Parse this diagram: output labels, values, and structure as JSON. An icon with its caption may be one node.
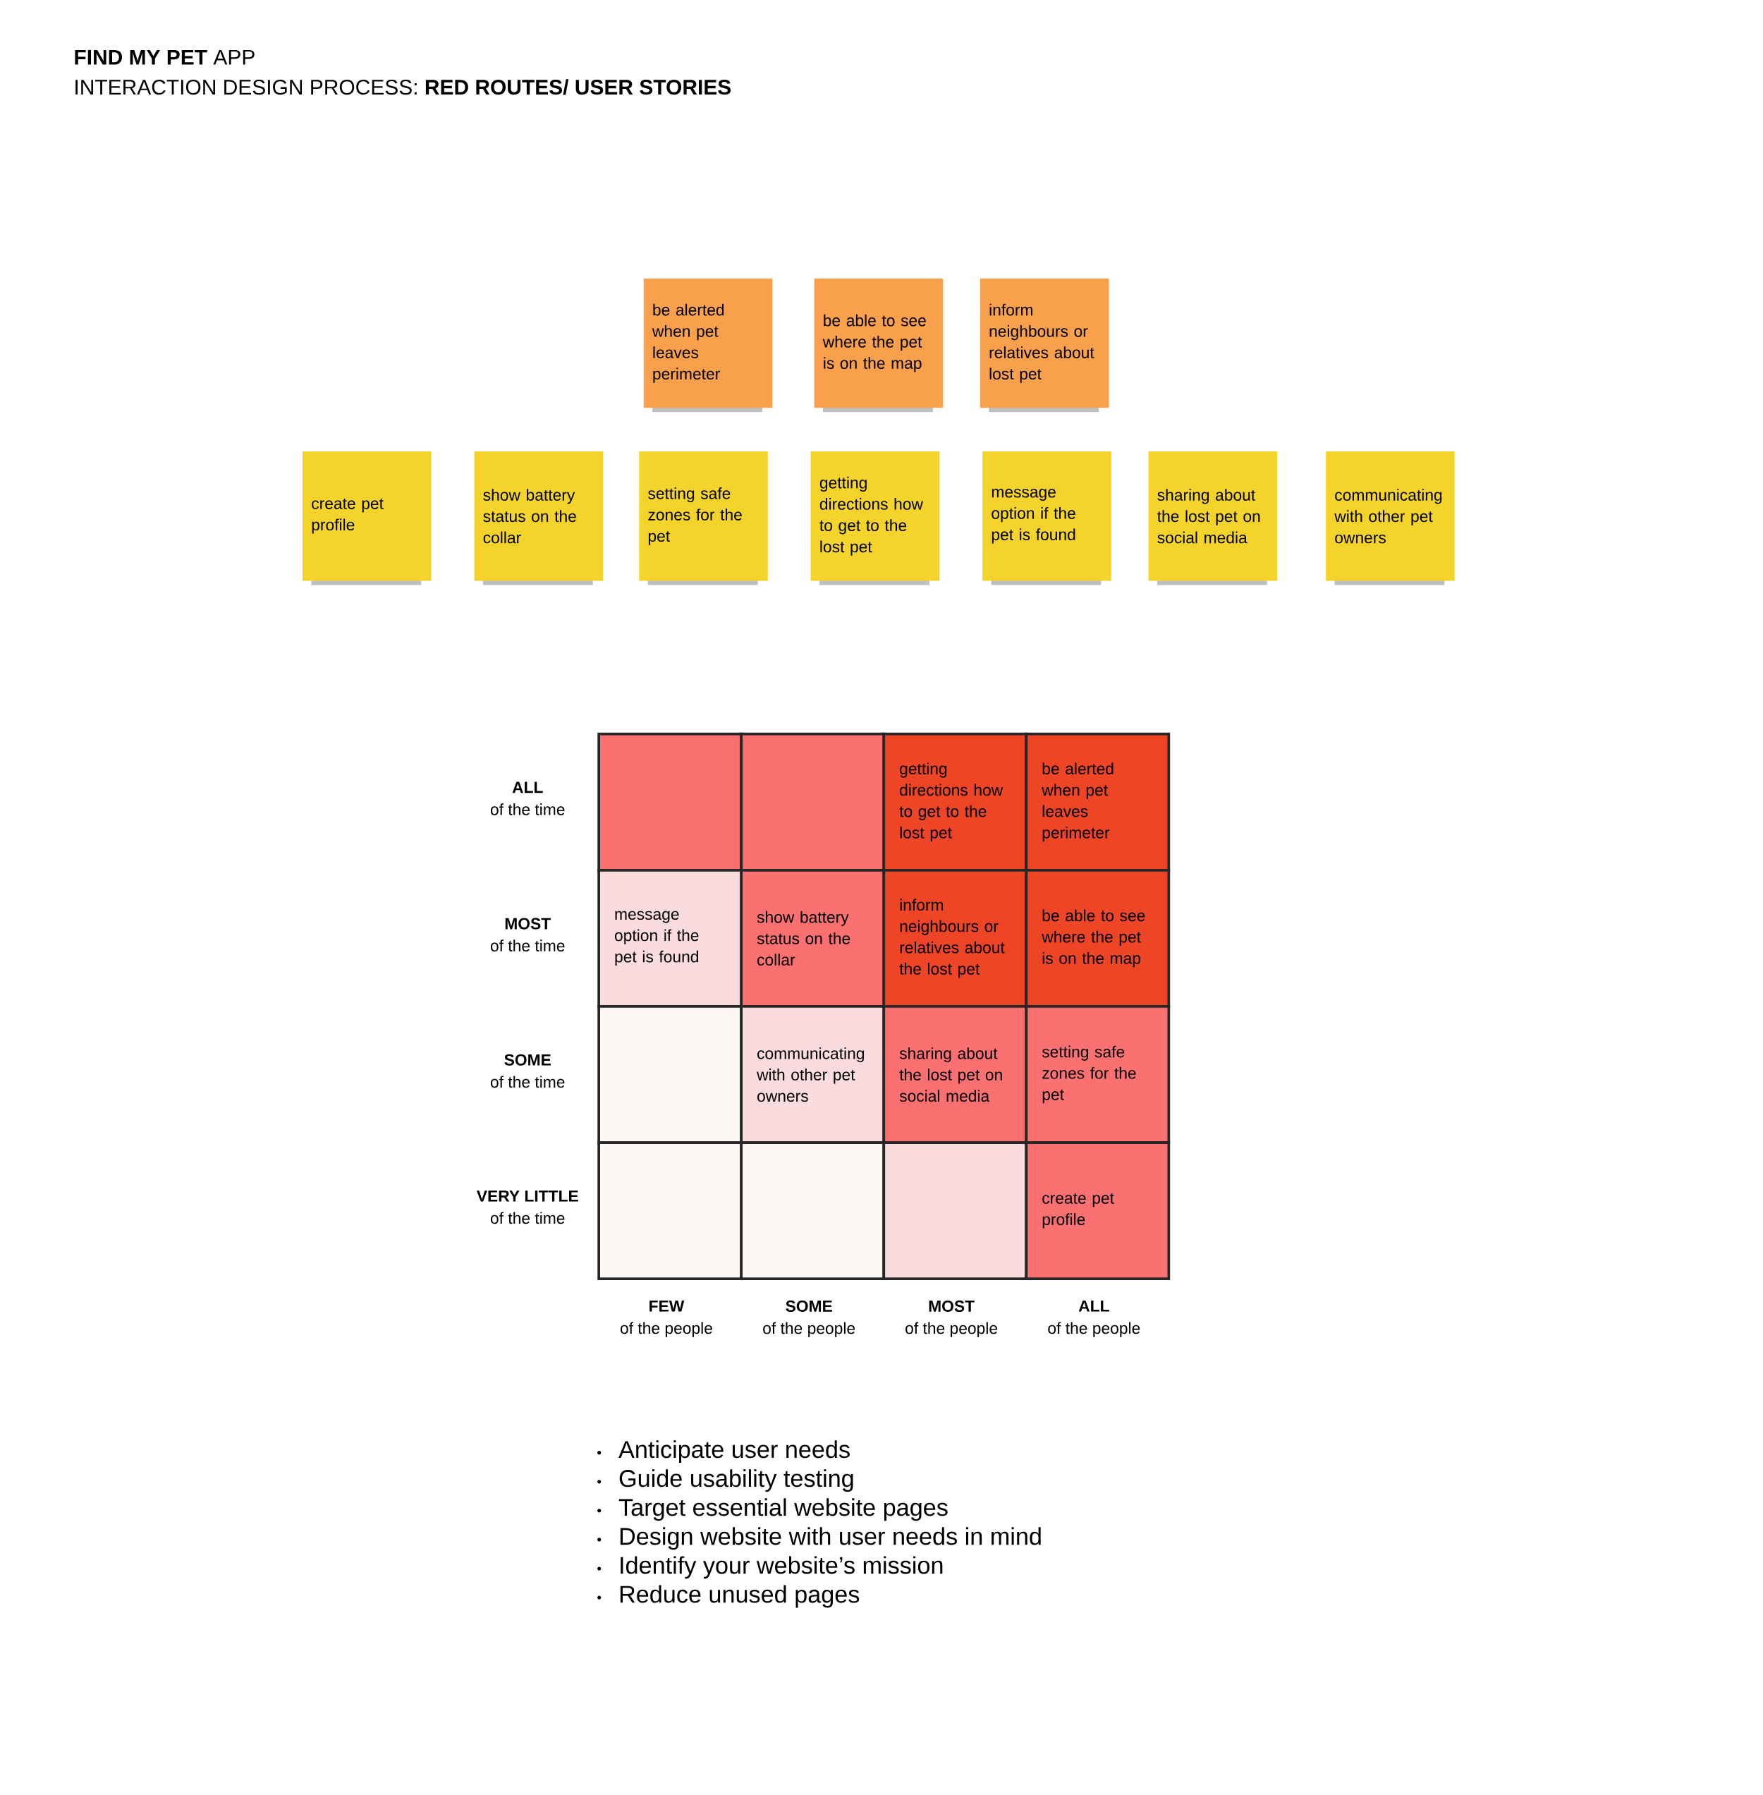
{
  "diagram": {
    "title": "**FIND MY PET** APP",
    "nodes": [
      {
        "text": [
          "be alerted when pet leaves perimeter"
        ]
      },
      {
        "text": [
          "be able to see where the pet is on the map"
        ]
      },
      {
        "text": [
          "inform neighbours or relatives about lost pet"
        ]
      },
      {
        "text": [
          "create pet profile"
        ]
      },
      {
        "text": [
          "show battery status on the collar"
        ]
      },
      {
        "text": [
          "setting safe zones for the pet"
        ]
      },
      {
        "text": [
          "getting directions how to get to the lost pet"
        ]
      },
      {
        "text": [
          "message option if the pet is found"
        ]
      },
      {
        "text": [
          "sharing about the lost pet on social media"
        ]
      },
      {
        "text": [
          "communicating with other pet owners"
        ]
      },
      {
        "text": [],
        "shape": "box"
      },
      {
        "text": [],
        "shape": "box"
      },
      {
        "text": [
          "getting directions how to get to the lost pet"
        ]
      },
      {
        "text": [
          "be alerted when pet leaves perimeter"
        ]
      },
      {
        "text": [
          "message option if the pet is found"
        ]
      },
      {
        "text": [
          "show battery status on the collar"
        ]
      },
      {
        "text": [
          "inform neighbours or relatives about the lost pet"
        ]
      },
      {
        "text": [
          "be able to see where the pet is on the map"
        ]
      },
      {
        "text": [],
        "shape": "box"
      },
      {
        "text": [
          "communicating with other pet owners"
        ]
      },
      {
        "text": [
          "sharing about the lost pet on social media"
        ]
      },
      {
        "text": [
          "setting safe zones for the pet"
        ]
      },
      {
        "text": [],
        "shape": "box"
      },
      {
        "text": [],
        "shape": "box"
      },
      {
        "text": [],
        "shape": "box"
      },
      {
        "text": [
          "create pet profile"
        ]
      }
    ],
    "labels": [
      "INTERACTION DESIGN PROCESS: **RED ROUTES/ USER STORIES**",
      "ALL",
      "of the time",
      "MOST",
      "of the time",
      "SOME",
      "of the time",
      "VERY LITTLE",
      "of the time",
      "FEW",
      "of the people",
      "SOME",
      "of the people",
      "MOST",
      "of the people",
      "ALL",
      "of the people",
      "Anticipate user needs",
      "Guide usability testing",
      "Target essential website pages",
      "Design website with user needs in mind",
      "Identify your website’s mission",
      "Reduce unused pages"
    ]
  }
}
